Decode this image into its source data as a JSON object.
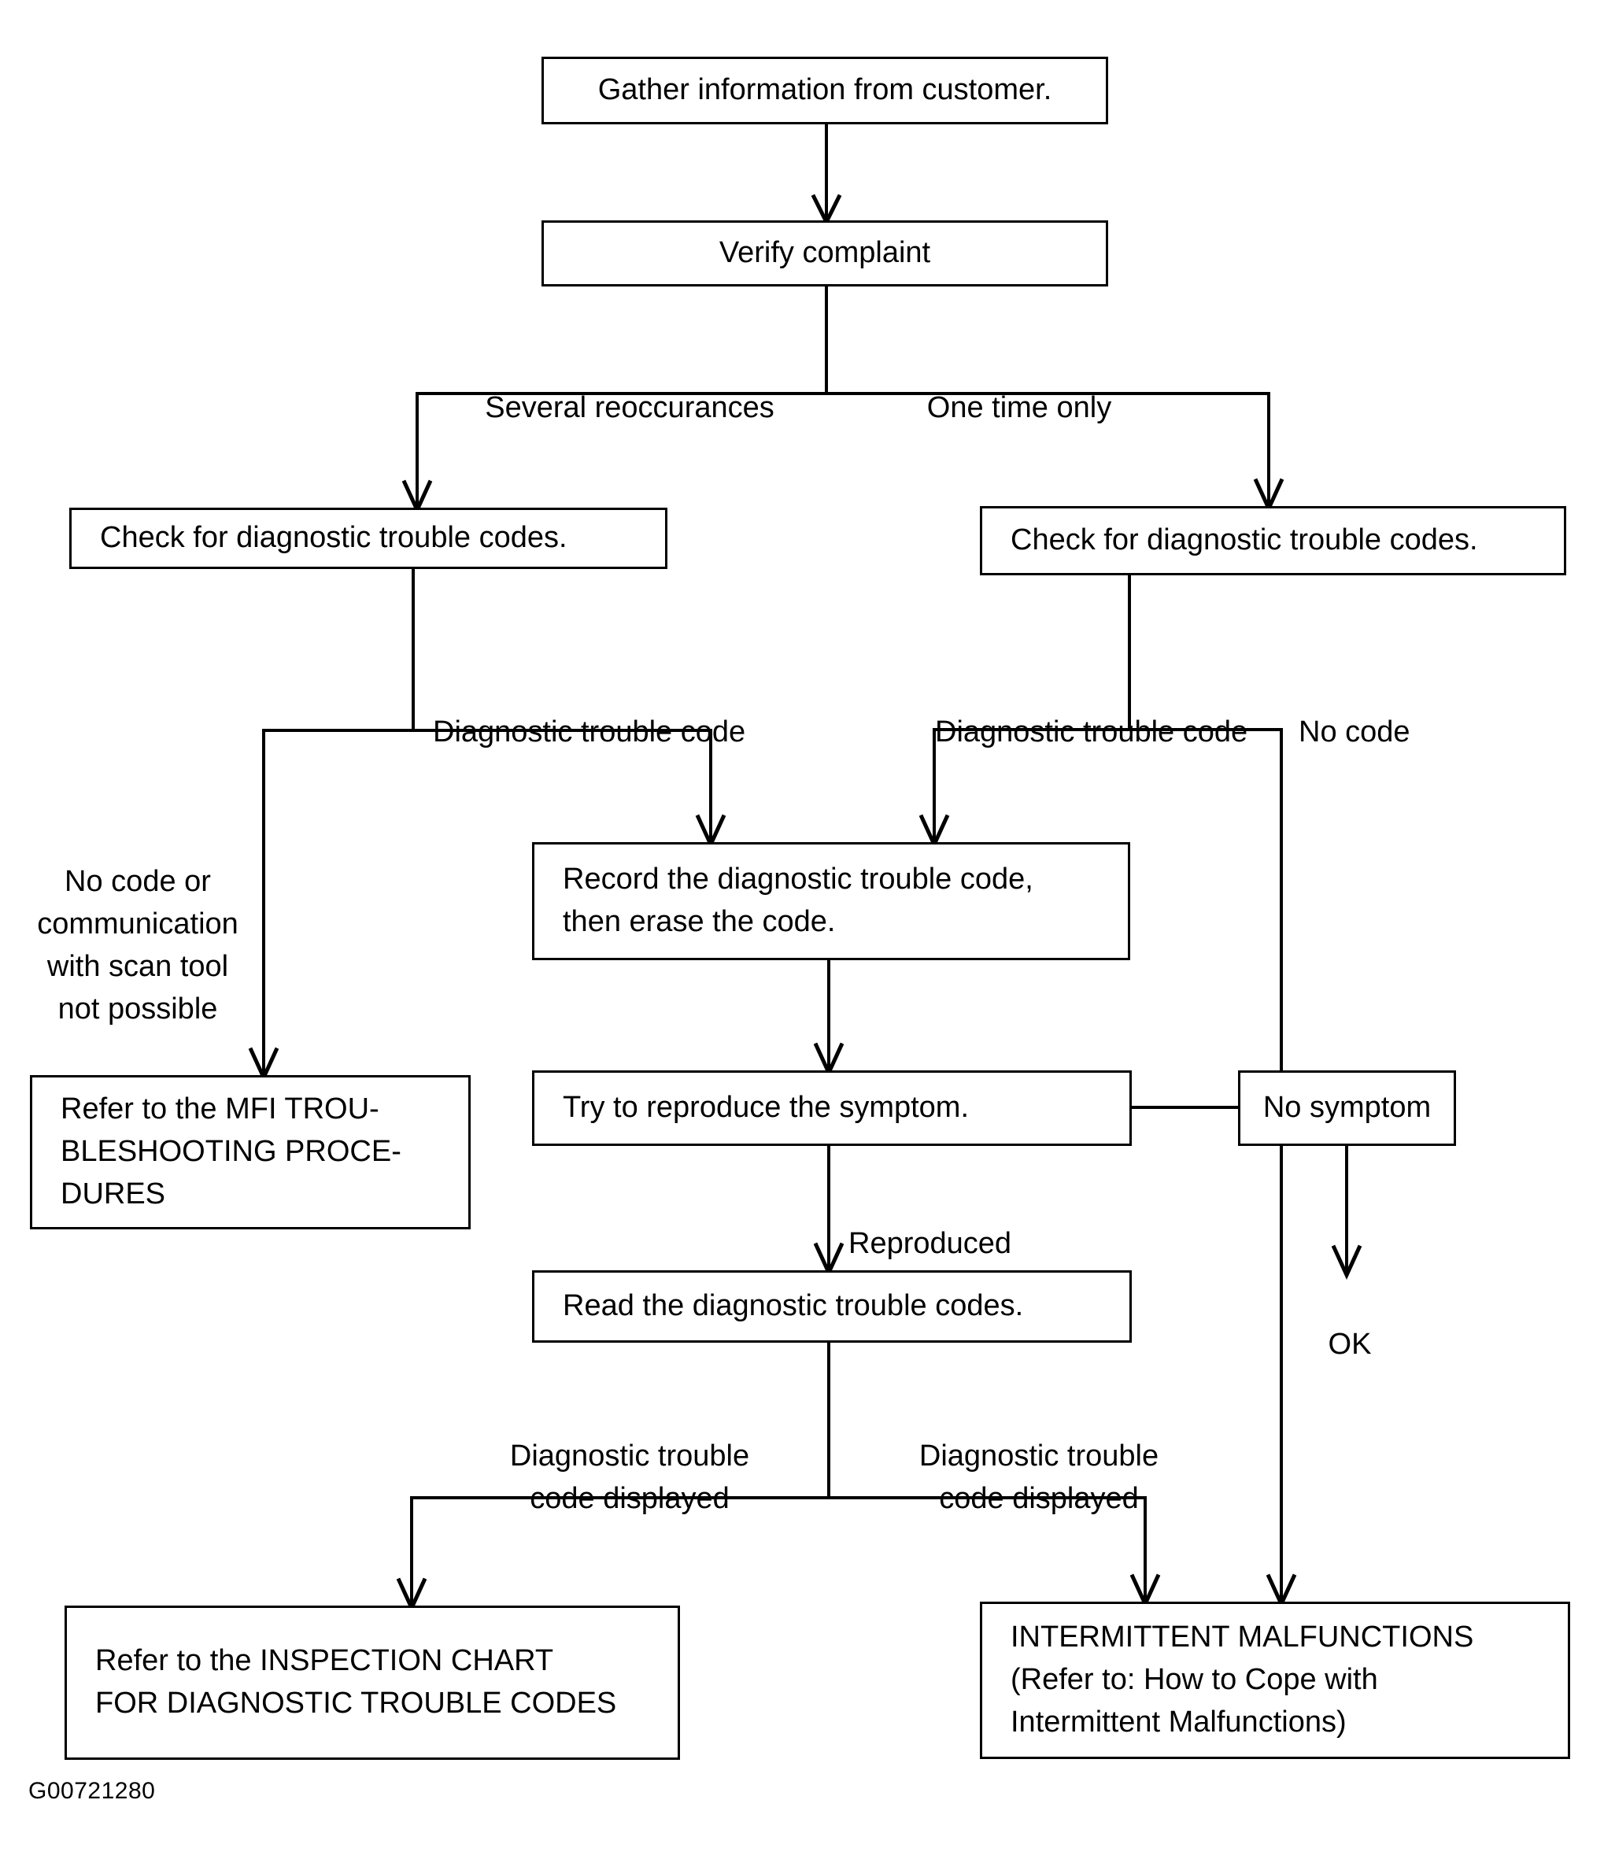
{
  "diagram": {
    "title": "Diagnostic trouble code inspection flowchart",
    "caption": "G00721280",
    "line_color": "#000000",
    "background_color": "#ffffff",
    "type": "flowchart"
  },
  "nodes": [
    {
      "id": "gather",
      "text": "Gather information from customer."
    },
    {
      "id": "verify",
      "text": "Verify complaint"
    },
    {
      "id": "check_left",
      "text": "Check for diagnostic trouble codes."
    },
    {
      "id": "check_right",
      "text": "Check for diagnostic trouble codes."
    },
    {
      "id": "mfi",
      "text": "Refer to the MFI TROU-\nBLESHOOTING PROCE-\nDURES"
    },
    {
      "id": "record",
      "text": "Record the diagnostic trouble code,\nthen erase the code."
    },
    {
      "id": "reproduce",
      "text": "Try to reproduce the symptom."
    },
    {
      "id": "no_symptom",
      "text": "No symptom"
    },
    {
      "id": "read_codes",
      "text": "Read the diagnostic trouble codes."
    },
    {
      "id": "inspection",
      "text": "Refer to the INSPECTION CHART\nFOR DIAGNOSTIC TROUBLE CODES"
    },
    {
      "id": "intermittent",
      "text": "INTERMITTENT MALFUNCTIONS\n(Refer to:  How to Cope with\nIntermittent Malfunctions)"
    }
  ],
  "edge_labels": [
    {
      "id": "several_reoccurances",
      "text": "Several reoccurances"
    },
    {
      "id": "one_time_only",
      "text": "One time only"
    },
    {
      "id": "dtc_left",
      "text": "Diagnostic trouble code"
    },
    {
      "id": "dtc_right",
      "text": "Diagnostic trouble code"
    },
    {
      "id": "no_code",
      "text": "No code"
    },
    {
      "id": "no_code_or_comm",
      "text": "No code or\ncommunication\nwith scan tool\nnot possible"
    },
    {
      "id": "reproduced",
      "text": "Reproduced"
    },
    {
      "id": "ok",
      "text": "OK"
    },
    {
      "id": "dtc_displayed_left",
      "text": "Diagnostic trouble\ncode displayed"
    },
    {
      "id": "dtc_displayed_right",
      "text": "Diagnostic trouble\ncode displayed"
    }
  ]
}
